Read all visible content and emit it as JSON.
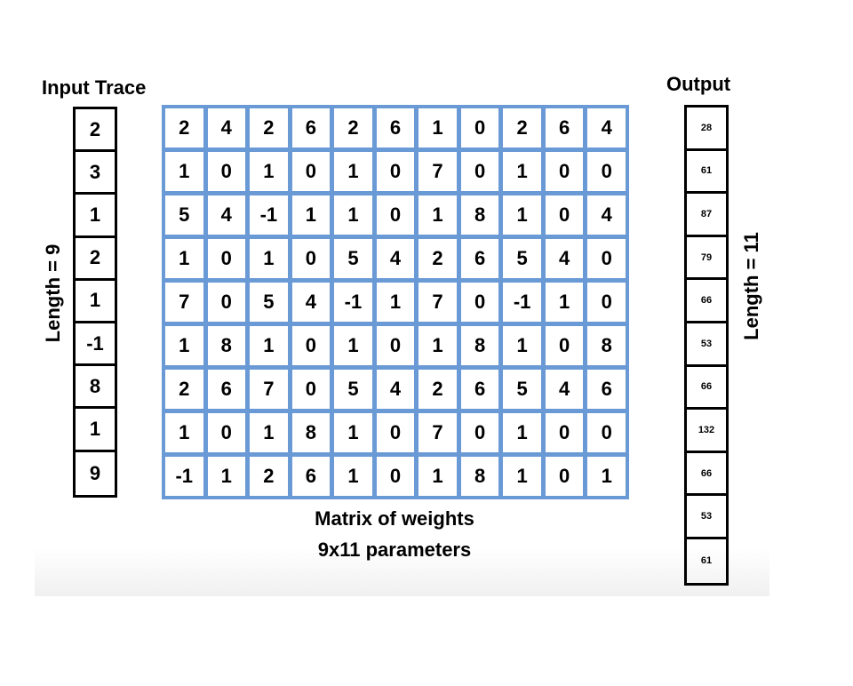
{
  "input": {
    "title": "Input Trace",
    "length_label": "Length = 9",
    "values": [
      "2",
      "3",
      "1",
      "2",
      "1",
      "-1",
      "8",
      "1",
      "9"
    ]
  },
  "output": {
    "title": "Output",
    "length_label": "Length = 11",
    "values": [
      "28",
      "61",
      "87",
      "79",
      "66",
      "53",
      "66",
      "132",
      "66",
      "53",
      "61"
    ]
  },
  "matrix": {
    "caption_line1": "Matrix of weights",
    "caption_line2": "9x11 parameters",
    "rows": [
      [
        "2",
        "4",
        "2",
        "6",
        "2",
        "6",
        "1",
        "0",
        "2",
        "6",
        "4"
      ],
      [
        "1",
        "0",
        "1",
        "0",
        "1",
        "0",
        "7",
        "0",
        "1",
        "0",
        "0"
      ],
      [
        "5",
        "4",
        "-1",
        "1",
        "1",
        "0",
        "1",
        "8",
        "1",
        "0",
        "4"
      ],
      [
        "1",
        "0",
        "1",
        "0",
        "5",
        "4",
        "2",
        "6",
        "5",
        "4",
        "0"
      ],
      [
        "7",
        "0",
        "5",
        "4",
        "-1",
        "1",
        "7",
        "0",
        "-1",
        "1",
        "0"
      ],
      [
        "1",
        "8",
        "1",
        "0",
        "1",
        "0",
        "1",
        "8",
        "1",
        "0",
        "8"
      ],
      [
        "2",
        "6",
        "7",
        "0",
        "5",
        "4",
        "2",
        "6",
        "5",
        "4",
        "6"
      ],
      [
        "1",
        "0",
        "1",
        "8",
        "1",
        "0",
        "7",
        "0",
        "1",
        "0",
        "0"
      ],
      [
        "-1",
        "1",
        "2",
        "6",
        "1",
        "0",
        "1",
        "8",
        "1",
        "0",
        "1"
      ]
    ]
  },
  "colors": {
    "matrix_border": "#6a9ad6",
    "cell_border": "#000000"
  }
}
